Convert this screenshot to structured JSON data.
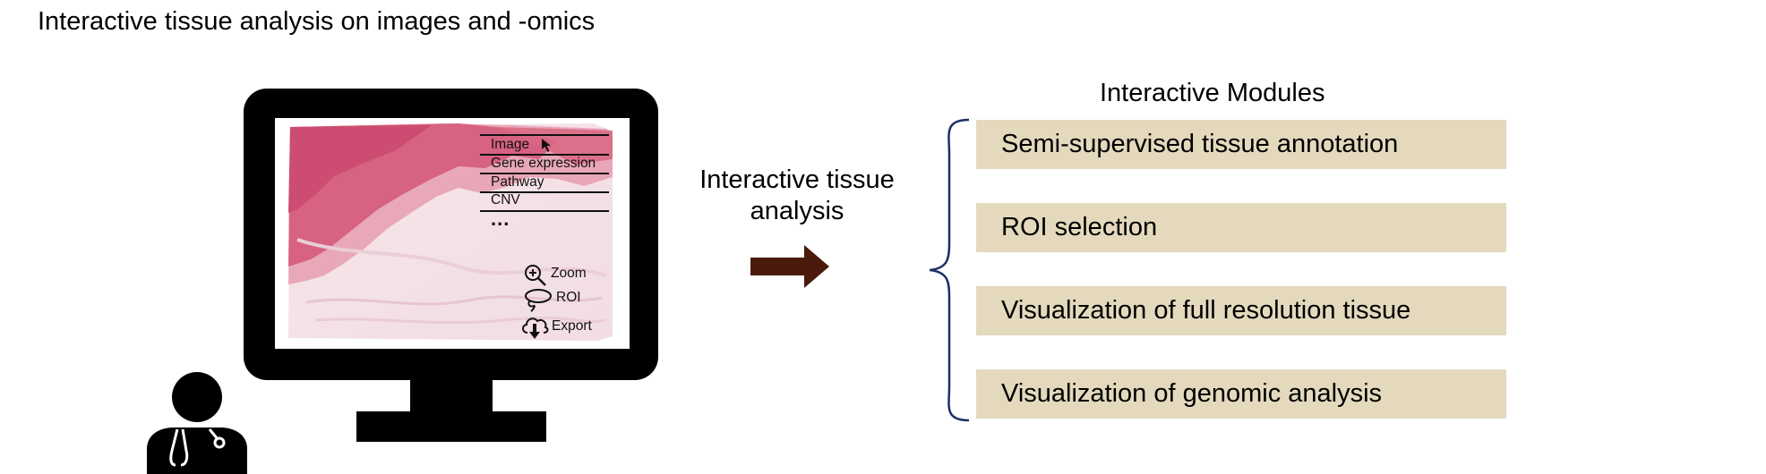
{
  "title": "Interactive tissue analysis on images and -omics",
  "screen_menu": {
    "items": [
      "Image",
      "Gene expression",
      "Pathway",
      "CNV"
    ],
    "more": "..."
  },
  "screen_tools": {
    "zoom": "Zoom",
    "roi": "ROI",
    "export": "Export"
  },
  "arrow_label": {
    "line1": "Interactive tissue",
    "line2": "analysis"
  },
  "modules": {
    "title": "Interactive Modules",
    "items": [
      "Semi-supervised tissue annotation",
      "ROI selection",
      "Visualization of full resolution tissue",
      "Visualization of genomic analysis"
    ],
    "color": "#e4d9bd"
  },
  "colors": {
    "arrow": "#4a1a0c",
    "brace": "#1f2f66",
    "tissue_dark": "#d0587a",
    "tissue_light": "#f2dfe4"
  },
  "icons": [
    "cursor-icon",
    "zoom-in-icon",
    "lasso-icon",
    "cloud-download-icon",
    "stethoscope-icon",
    "doctor-icon"
  ]
}
